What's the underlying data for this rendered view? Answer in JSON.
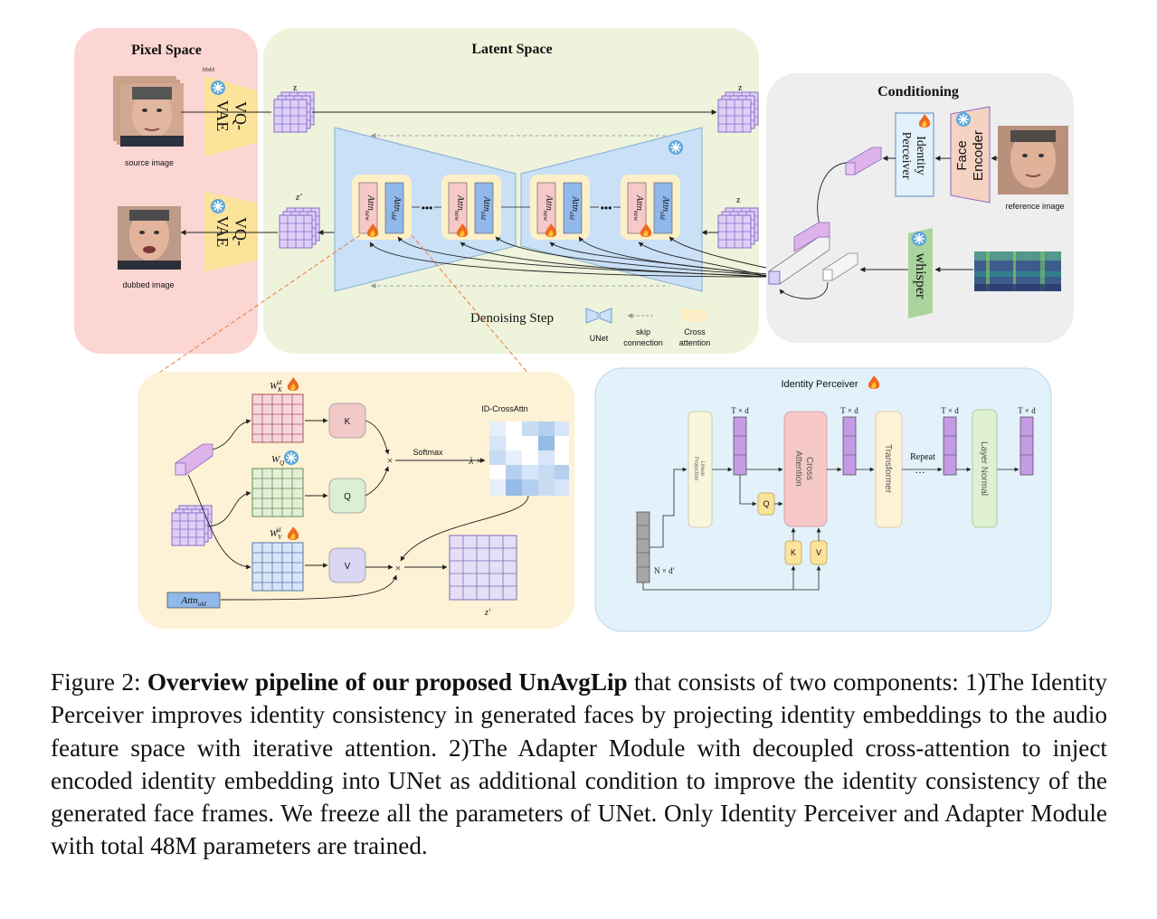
{
  "figure": {
    "pixel_space": {
      "title": "Pixel Space",
      "mxm": "MxM",
      "source_label": "source image",
      "dubbed_label": "dubbed image",
      "vqvae_top_1": "VQ-",
      "vqvae_top_2": "VAE",
      "vqvae_bot_1": "VQ-",
      "vqvae_bot_2": "VAE"
    },
    "latent_space": {
      "title": "Latent Space",
      "z_left": "z",
      "z_right_top": "z",
      "z_right_mid": "z",
      "z_prime": "z′",
      "attn_new": "new",
      "attn_old": "old",
      "attn_prefix": "Attn",
      "dots": "•••",
      "denoising_step": "Denoising Step",
      "legend_unet": "UNet",
      "legend_skip_1": "skip",
      "legend_skip_2": "connection",
      "legend_cross_1": "Cross",
      "legend_cross_2": "attention"
    },
    "conditioning": {
      "title": "Conditioning",
      "identity_perceiver_1": "Identity",
      "identity_perceiver_2": "Perceiver",
      "face_encoder_1": "Face",
      "face_encoder_2": "Encoder",
      "reference_label": "reference image",
      "whisper": "whisper"
    },
    "adapter_detail": {
      "w_k": "W",
      "w_k_sub": "K",
      "w_k_sup": "id",
      "w_q": "W",
      "w_q_sub": "Q",
      "w_v": "W",
      "w_v_sub": "V",
      "w_v_sup": "id",
      "k": "K",
      "q": "Q",
      "v": "V",
      "times": "×",
      "softmax": "Softmax",
      "id_crossattn": "ID-CrossAttn",
      "lambda": "λ ×",
      "attn_old_label": "Attn",
      "attn_old_sub": "old",
      "z_prime": "z′"
    },
    "identity_perceiver_detail": {
      "title": "Identity Perceiver",
      "txd": "T × d",
      "linear_projection_1": "Linear",
      "linear_projection_2": "Projection",
      "cross_attention_1": "Cross",
      "cross_attention_2": "Attention",
      "transformer": "Transformer",
      "repeat": "Repeat",
      "repeat_dots": "…",
      "layer_normal": "Layer Normal",
      "q": "Q",
      "k": "K",
      "v": "V",
      "nxd": "N × d′"
    },
    "colors": {
      "pixel_bg": "#fbd6d3",
      "latent_bg": "#eef3dc",
      "cond_bg": "#eeeeee",
      "adapter_bg": "#fdf2d5",
      "perceiver_bg": "#e3f1fb",
      "unet_blue": "#c9e0f7",
      "vqvae_yellow": "#fbe39a",
      "latent_purple": "#ddd0f7"
    }
  },
  "caption": {
    "prefix": "Figure 2: ",
    "bold": "Overview pipeline of our proposed UnAvgLip",
    "text": " that consists of two components: 1)The Identity Perceiver improves identity consistency in generated faces by projecting identity embeddings to the audio feature space with iterative attention. 2)The Adapter Module with decoupled cross-attention to inject encoded identity embedding into UNet as additional condition to improve the identity consistency of the generated face frames. We freeze all the parameters of UNet. Only Identity Perceiver and Adapter Module with total 48M parameters are trained."
  }
}
